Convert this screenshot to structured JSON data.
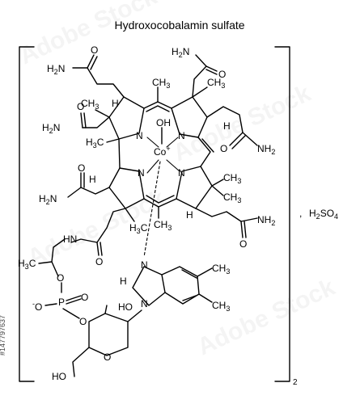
{
  "title": "Hydroxocobalamin sulfate",
  "multiplier": "2",
  "separator": ",",
  "salt": {
    "main": "H",
    "sub1": "2",
    "mid": "SO",
    "sub2": "4"
  },
  "atoms": {
    "amide": "O",
    "nh2": "NH",
    "nh2_sub": "2",
    "h2n": "H",
    "h2n_sub": "2",
    "h2n_n": "N",
    "ch3": "CH",
    "ch3_sub": "3",
    "h3c": "H",
    "h3c_sub": "3",
    "h3c_c": "C",
    "n": "N",
    "h": "H",
    "oh": "OH",
    "co": "Co",
    "co_charge": "+",
    "p": "P",
    "o": "O",
    "o_minus": "O",
    "minus": "-",
    "ho": "HO",
    "hn": "HN",
    "h3c_alk": "H",
    "methyl": "CH"
  },
  "watermark": {
    "text": "Adobe Stock",
    "id": "#147797637"
  }
}
